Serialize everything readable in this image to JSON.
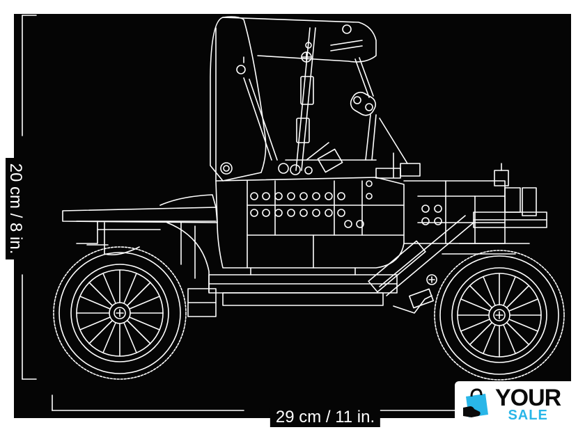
{
  "dimensions": {
    "height_label": "20 cm / 8 in.",
    "width_label": "29 cm / 11 in."
  },
  "watermark": {
    "word1": "YOUR",
    "word2": "SALE",
    "icon": "shopping-bag-hand-icon",
    "accent_color": "#29b6e8",
    "text_color": "#0a0a0a"
  },
  "colors": {
    "background": "#050505",
    "line": "#ffffff"
  }
}
